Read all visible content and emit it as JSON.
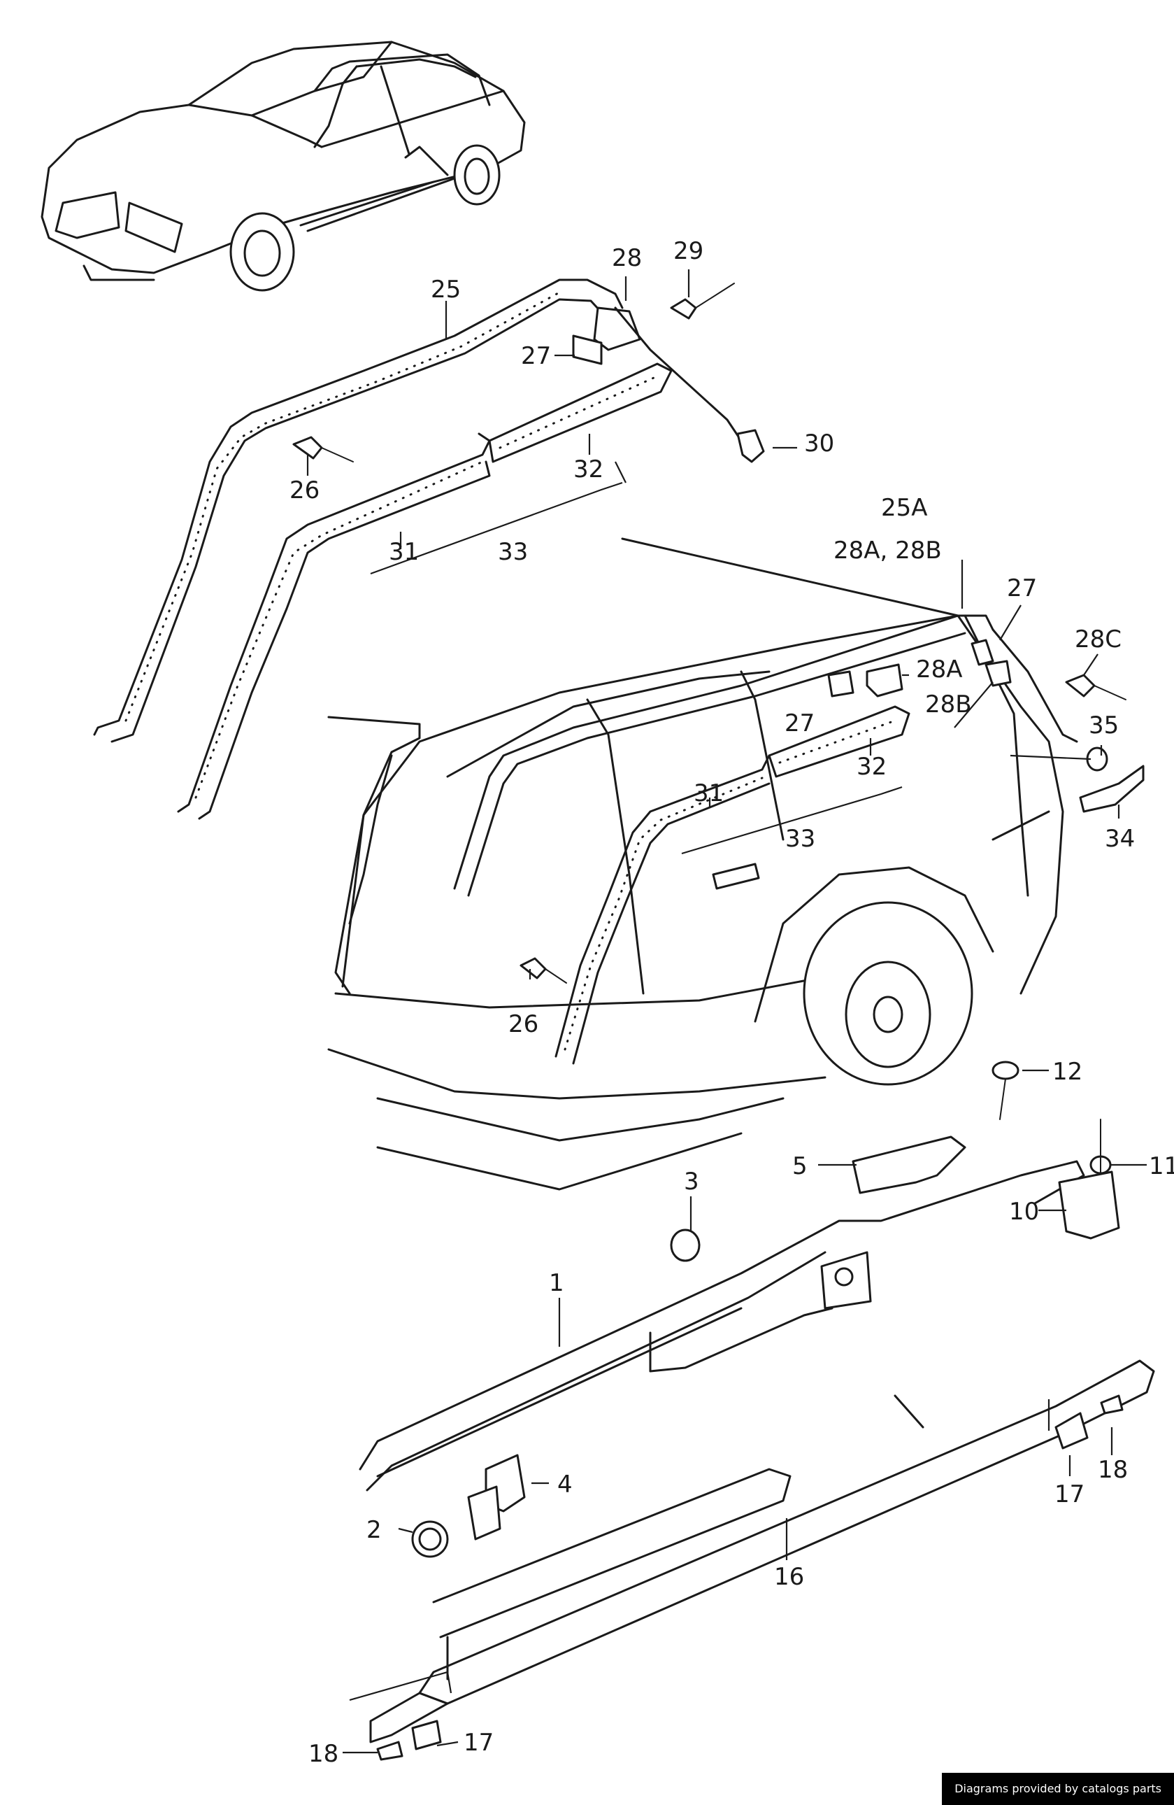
{
  "diagram": {
    "callouts": {
      "c25": "25",
      "c28": "28",
      "c29": "29",
      "c27": "27",
      "c30": "30",
      "c26": "26",
      "c32": "32",
      "c31": "31",
      "c33": "33",
      "c25a": "25A",
      "c28a28b": "28A, 28B",
      "c27b": "27",
      "c28c": "28C",
      "c28a": "28A",
      "c27c": "27",
      "c28b": "28B",
      "c35": "35",
      "c32b": "32",
      "c31b": "31",
      "c33b": "33",
      "c34": "34",
      "c26b": "26",
      "c12": "12",
      "c11": "11",
      "c5": "5",
      "c10": "10",
      "c3": "3",
      "c1": "1",
      "c4": "4",
      "c2": "2",
      "c17": "17",
      "c18": "18",
      "c16": "16",
      "c18b": "18",
      "c17b": "17"
    }
  },
  "footer": {
    "text": "Diagrams provided by catalogs parts"
  }
}
